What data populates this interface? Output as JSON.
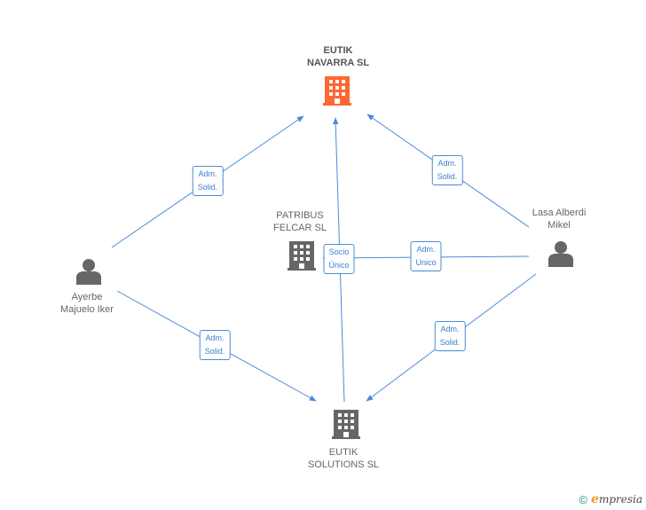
{
  "nodes": {
    "eutik_navarra": {
      "line1": "EUTIK",
      "line2": "NAVARRA SL",
      "color": "#ff6633"
    },
    "patribus": {
      "line1": "PATRIBUS",
      "line2": "FELCAR SL",
      "color": "#666666"
    },
    "eutik_solutions": {
      "line1": "EUTIK",
      "line2": "SOLUTIONS SL",
      "color": "#666666"
    },
    "ayerbe": {
      "line1": "Ayerbe",
      "line2": "Majuelo Iker"
    },
    "lasa": {
      "line1": "Lasa Alberdi",
      "line2": "Mikel"
    }
  },
  "edges": {
    "ayerbe_navarra": {
      "line1": "Adm.",
      "line2": "Solid."
    },
    "lasa_navarra": {
      "line1": "Adm.",
      "line2": "Solid."
    },
    "lasa_patribus": {
      "line1": "Adm.",
      "line2": "Unico"
    },
    "solutions_patribus": {
      "line1": "Socio",
      "line2": "Único"
    },
    "ayerbe_solutions": {
      "line1": "Adm.",
      "line2": "Solid."
    },
    "lasa_solutions": {
      "line1": "Adm.",
      "line2": "Solid."
    }
  },
  "colors": {
    "edge": "#4a8bd6",
    "person_icon": "#666666"
  },
  "footer": {
    "copyright": "©",
    "brand_e": "e",
    "brand_rest": "mpresia"
  }
}
